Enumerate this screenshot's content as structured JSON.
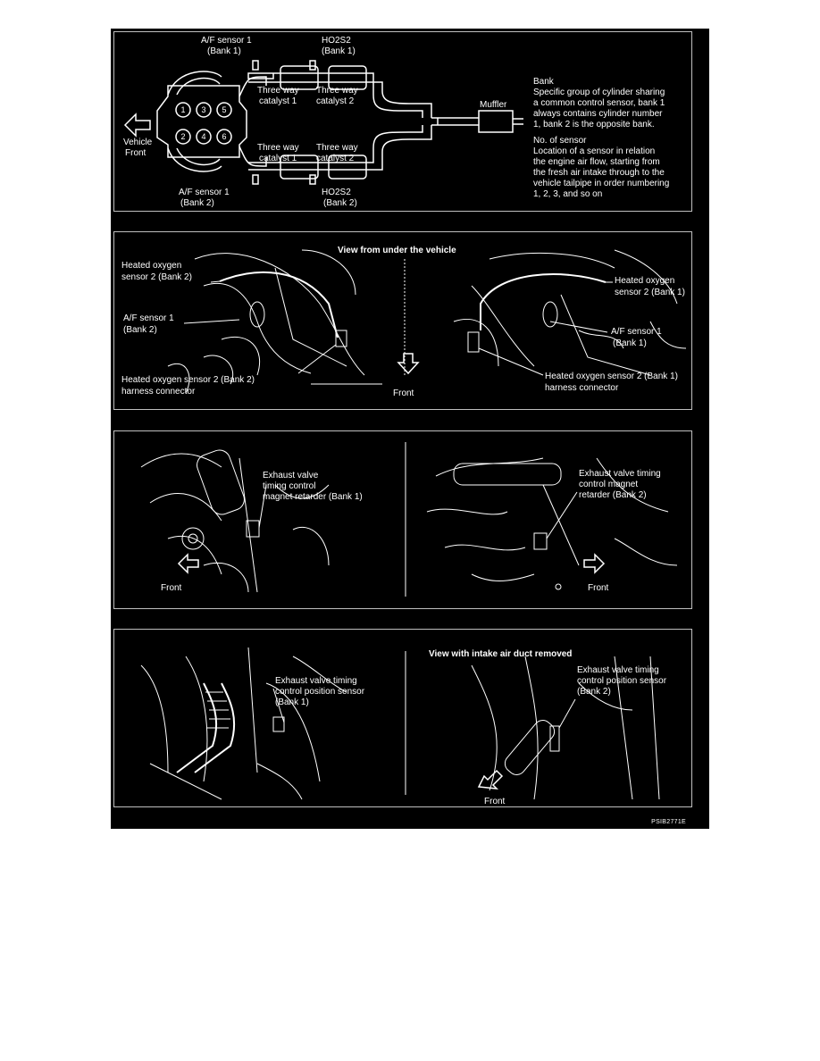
{
  "figure_code": "PSIB2771E",
  "panel1": {
    "af_sensor_bank1": [
      "A/F sensor 1",
      "(Bank 1)"
    ],
    "ho2s2_bank1": [
      "HO2S2",
      "(Bank 1)"
    ],
    "twc1_bank1": [
      "Three way",
      "catalyst 1"
    ],
    "twc2_bank1": [
      "Three way",
      "catalyst 2"
    ],
    "twc1_bank2": [
      "Three way",
      "catalyst 1"
    ],
    "twc2_bank2": [
      "Three way",
      "catalyst 2"
    ],
    "af_sensor_bank2": [
      "A/F sensor 1",
      "(Bank 2)"
    ],
    "ho2s2_bank2": [
      "HO2S2",
      "(Bank 2)"
    ],
    "muffler": "Muffler",
    "vehicle_front": [
      "Vehicle",
      "Front"
    ],
    "cylinders": [
      "1",
      "3",
      "5",
      "2",
      "4",
      "6"
    ],
    "bank_title": "Bank",
    "bank_text": [
      "Specific group of cylinder sharing",
      "a common control sensor, bank 1",
      "always contains cylinder number",
      "1, bank 2 is the opposite bank."
    ],
    "sensor_no_title": "No. of sensor",
    "sensor_no_text": [
      "Location of a sensor in relation",
      "the engine air flow, starting from",
      "the fresh air intake through to the",
      "vehicle tailpipe in order numbering",
      "1, 2, 3, and so on"
    ]
  },
  "panel2": {
    "view_title": "View from under the vehicle",
    "hos2_bank2": [
      "Heated oxygen",
      "sensor 2 (Bank 2)"
    ],
    "af_bank2": [
      "A/F sensor 1",
      "(Bank 2)"
    ],
    "hos2_conn_bank2": [
      "Heated oxygen sensor 2 (Bank 2)",
      "harness connector"
    ],
    "front": "Front",
    "hos2_bank1": [
      "Heated oxygen",
      "sensor 2 (Bank 1)"
    ],
    "af_bank1": [
      "A/F sensor 1",
      "(Bank 1)"
    ],
    "hos2_conn_bank1": [
      "Heated oxygen sensor 2 (Bank 1)",
      "harness connector"
    ]
  },
  "panel3": {
    "left_label": [
      "Exhaust valve",
      "timing control",
      "magnet retarder (Bank 1)"
    ],
    "left_front": "Front",
    "right_label": [
      "Exhaust valve timing",
      "control magnet",
      "retarder (Bank 2)"
    ],
    "right_front": "Front"
  },
  "panel4": {
    "left_label": [
      "Exhaust valve timing",
      "control position sensor",
      "(Bank 1)"
    ],
    "right_title": "View with intake air duct removed",
    "right_label": [
      "Exhaust valve timing",
      "control position sensor",
      "(Bank 2)"
    ],
    "right_front": "Front"
  }
}
